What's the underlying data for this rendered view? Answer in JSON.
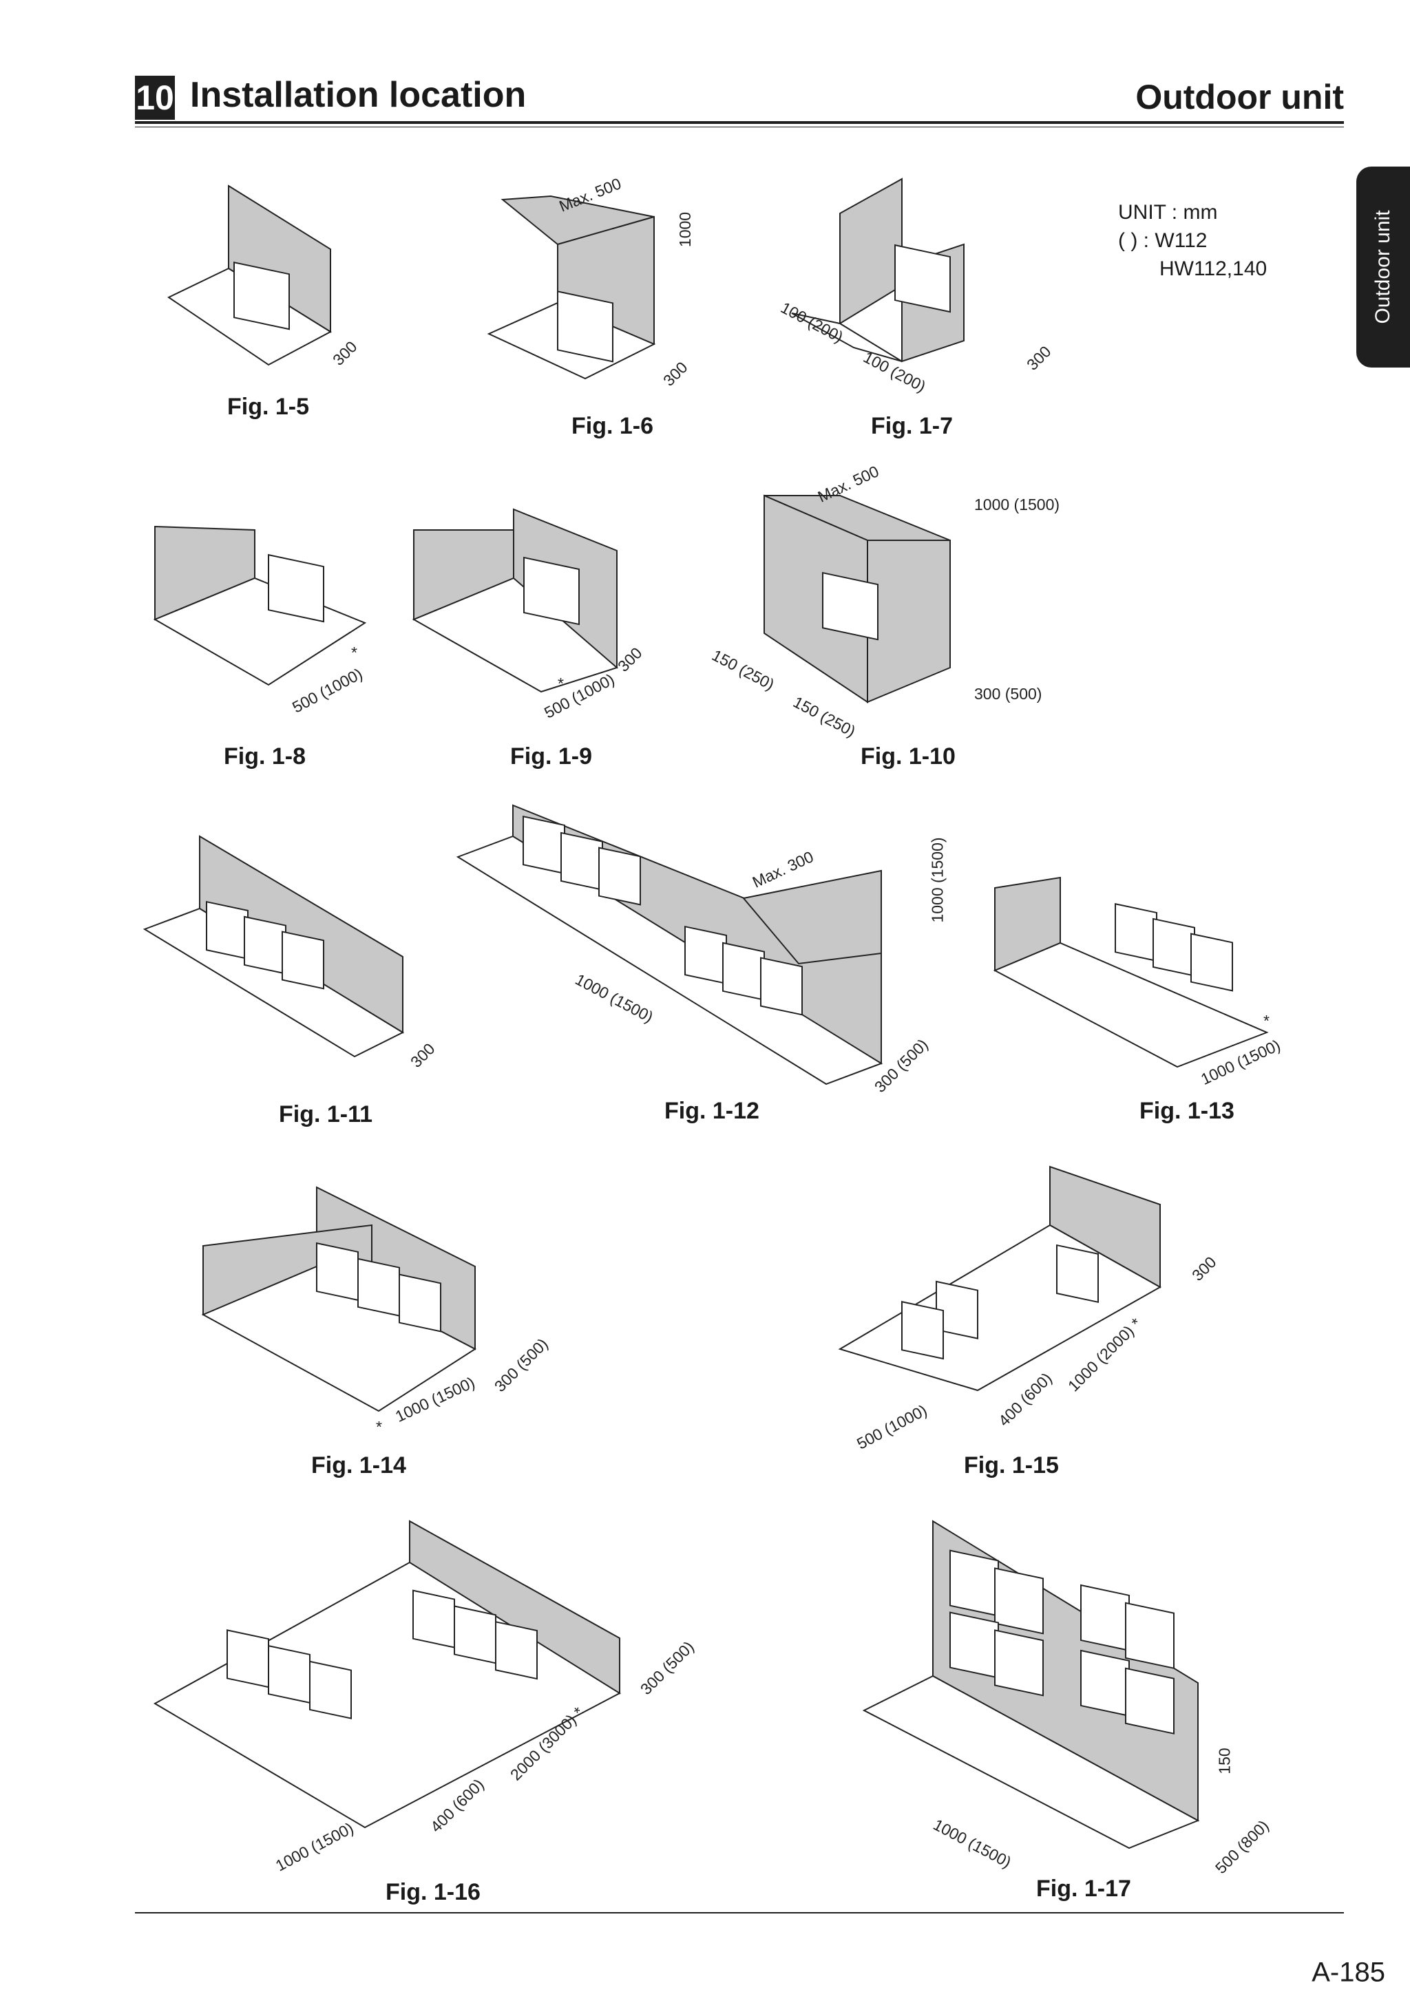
{
  "header": {
    "section_number": "10",
    "title": "Installation location",
    "right_title": "Outdoor unit"
  },
  "side_tab": {
    "label": "Outdoor unit"
  },
  "unit_note": {
    "line1": "UNIT : mm",
    "line2": "(  ) : W112",
    "line3": "HW112,140"
  },
  "figures": {
    "f1_5": {
      "caption": "Fig. 1-5",
      "dims": [
        "300"
      ]
    },
    "f1_6": {
      "caption": "Fig. 1-6",
      "dims": [
        "Max. 500",
        "1000",
        "300"
      ]
    },
    "f1_7": {
      "caption": "Fig. 1-7",
      "dims": [
        "100 (200)",
        "100 (200)",
        "300"
      ]
    },
    "f1_8": {
      "caption": "Fig. 1-8",
      "dims": [
        "500 (1000)",
        "*"
      ]
    },
    "f1_9": {
      "caption": "Fig. 1-9",
      "dims": [
        "500 (1000)",
        "*",
        "300"
      ]
    },
    "f1_10": {
      "caption": "Fig. 1-10",
      "dims": [
        "Max. 500",
        "1000 (1500)",
        "150 (250)",
        "150 (250)",
        "300 (500)"
      ]
    },
    "f1_11": {
      "caption": "Fig. 1-11",
      "dims": [
        "300"
      ]
    },
    "f1_12": {
      "caption": "Fig. 1-12",
      "dims": [
        "Max. 300",
        "1000 (1500)",
        "1000 (1500)",
        "300 (500)"
      ]
    },
    "f1_13": {
      "caption": "Fig. 1-13",
      "dims": [
        "1000 (1500)",
        "*"
      ]
    },
    "f1_14": {
      "caption": "Fig. 1-14",
      "dims": [
        "1000 (1500)",
        "300 (500)",
        "*"
      ]
    },
    "f1_15": {
      "caption": "Fig. 1-15",
      "dims": [
        "300",
        "1000 (2000) *",
        "400 (600)",
        "500 (1000)"
      ]
    },
    "f1_16": {
      "caption": "Fig. 1-16",
      "dims": [
        "300 (500)",
        "2000 (3000) *",
        "400 (600)",
        "1000 (1500)"
      ]
    },
    "f1_17": {
      "caption": "Fig. 1-17",
      "dims": [
        "150",
        "1000 (1500)",
        "500 (800)"
      ]
    }
  },
  "page_number": "A-185"
}
